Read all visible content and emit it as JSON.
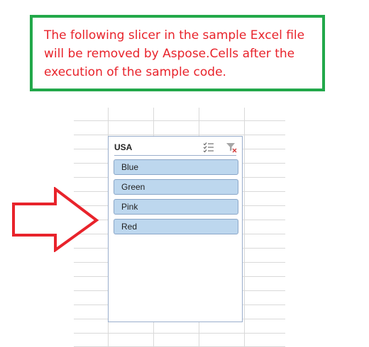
{
  "note": {
    "text": "The following slicer in the sample Excel file will be removed by Aspose.Cells after the execution of the sample code."
  },
  "slicer": {
    "title": "USA",
    "multiselect_icon": "multi-select-icon",
    "clear_filter_icon": "clear-filter-icon",
    "items": [
      {
        "label": "Blue"
      },
      {
        "label": "Green"
      },
      {
        "label": "Pink"
      },
      {
        "label": "Red"
      }
    ]
  },
  "colors": {
    "note_border": "#22a84a",
    "note_text": "#e8232b",
    "arrow_outline": "#e8232b",
    "slicer_item_fill": "#bdd7ee",
    "slicer_border": "#9aaecc",
    "grid_line": "#d9d9d9"
  }
}
